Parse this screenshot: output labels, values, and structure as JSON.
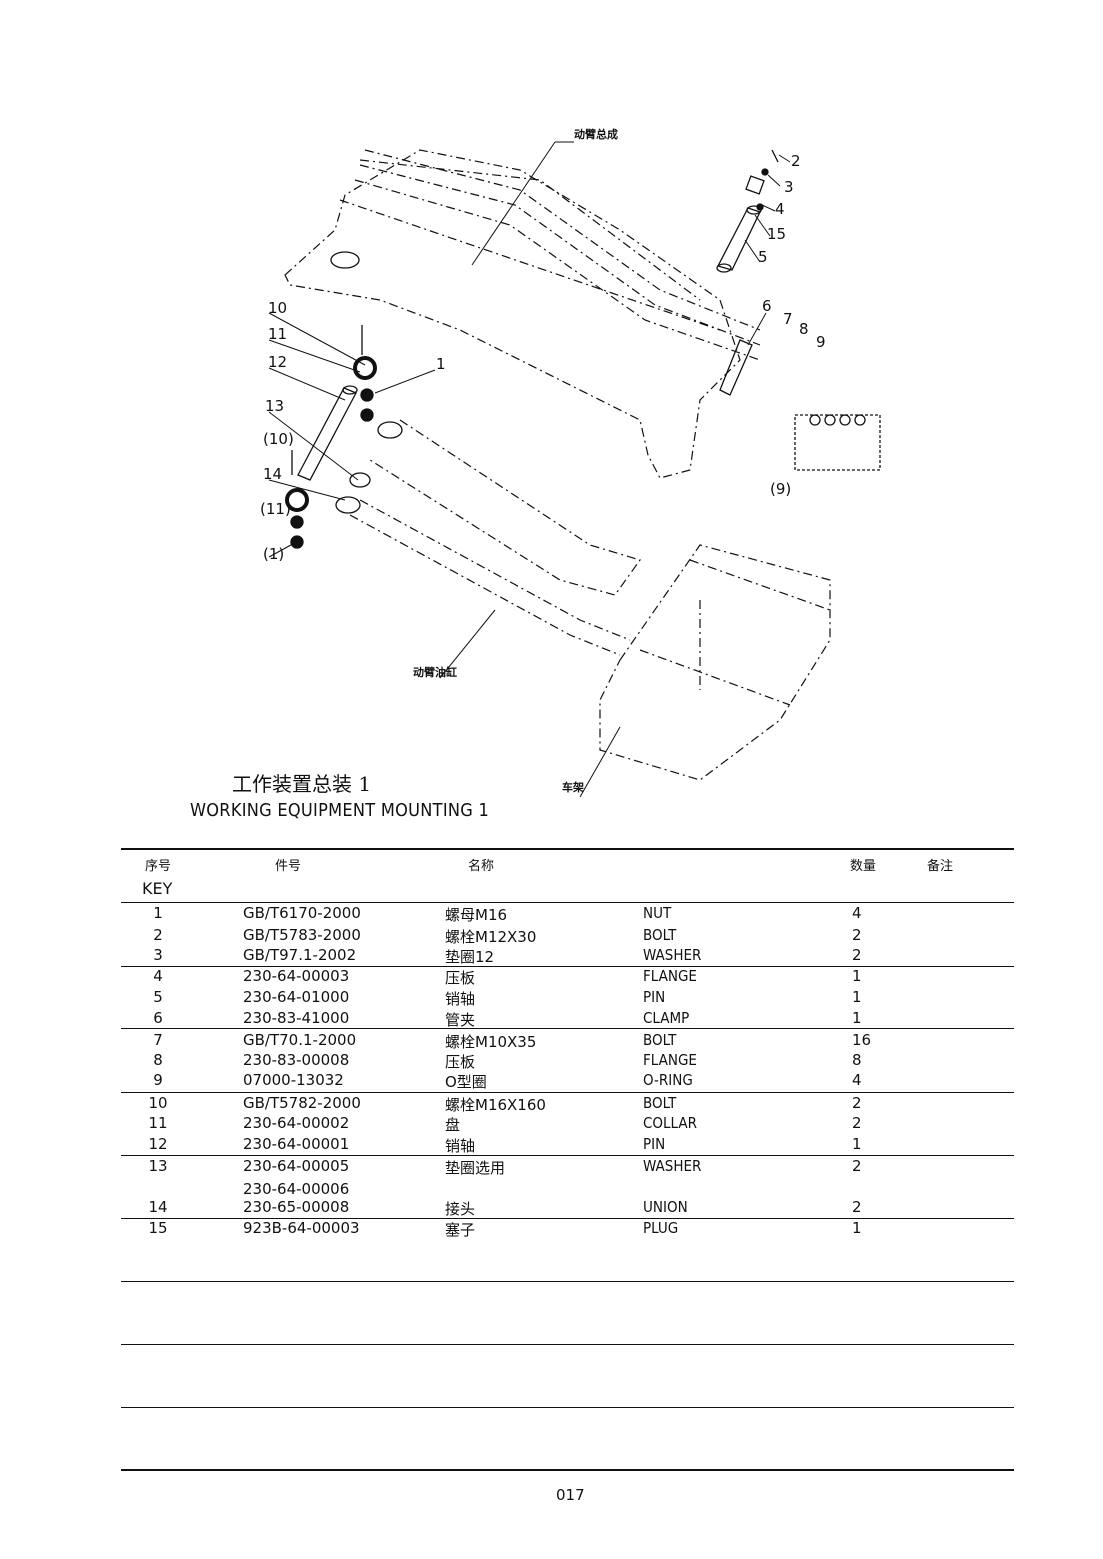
{
  "diagram": {
    "labels_cn": {
      "boom_assembly": "动臂总成",
      "boom_cylinder": "动臂油缸",
      "frame": "车架"
    },
    "callouts": [
      "2",
      "3",
      "4",
      "15",
      "5",
      "6",
      "7",
      "8",
      "9",
      "10",
      "11",
      "12",
      "1",
      "13",
      "(10)",
      "14",
      "(11)",
      "(1)",
      "(9)"
    ]
  },
  "title": {
    "cn": "工作装置总装 1",
    "en": "WORKING EQUIPMENT MOUNTING 1"
  },
  "table": {
    "headers": {
      "key_cn": "序号",
      "key_en": "KEY",
      "part_no": "件号",
      "name": "名称",
      "qty": "数量",
      "remark": "备注"
    },
    "rows": [
      {
        "key": "1",
        "part": "GB/T6170-2000",
        "cn": "螺母M16",
        "en": "NUT",
        "qty": "4"
      },
      {
        "key": "2",
        "part": "GB/T5783-2000",
        "cn": "螺栓M12X30",
        "en": "BOLT",
        "qty": "2"
      },
      {
        "key": "3",
        "part": "GB/T97.1-2002",
        "cn": "垫圈12",
        "en": "WASHER",
        "qty": "2"
      },
      {
        "key": "4",
        "part": "230-64-00003",
        "cn": "压板",
        "en": "FLANGE",
        "qty": "1"
      },
      {
        "key": "5",
        "part": "230-64-01000",
        "cn": "销轴",
        "en": "PIN",
        "qty": "1"
      },
      {
        "key": "6",
        "part": "230-83-41000",
        "cn": "管夹",
        "en": "CLAMP",
        "qty": "1"
      },
      {
        "key": "7",
        "part": "GB/T70.1-2000",
        "cn": "螺栓M10X35",
        "en": "BOLT",
        "qty": "16"
      },
      {
        "key": "8",
        "part": "230-83-00008",
        "cn": "压板",
        "en": "FLANGE",
        "qty": "8"
      },
      {
        "key": "9",
        "part": "07000-13032",
        "cn": "O型圈",
        "en": "O-RING",
        "qty": "4"
      },
      {
        "key": "10",
        "part": "GB/T5782-2000",
        "cn": "螺栓M16X160",
        "en": "BOLT",
        "qty": "2"
      },
      {
        "key": "11",
        "part": "230-64-00002",
        "cn": "盘",
        "en": "COLLAR",
        "qty": "2"
      },
      {
        "key": "12",
        "part": "230-64-00001",
        "cn": "销轴",
        "en": "PIN",
        "qty": "1"
      },
      {
        "key": "13",
        "part": "230-64-00005",
        "cn": "垫圈选用",
        "en": "WASHER",
        "qty": "2"
      },
      {
        "key": "",
        "part": "230-64-00006",
        "cn": "",
        "en": "",
        "qty": ""
      },
      {
        "key": "14",
        "part": "230-65-00008",
        "cn": "接头",
        "en": "UNION",
        "qty": "2"
      },
      {
        "key": "15",
        "part": "923B-64-00003",
        "cn": "塞子",
        "en": "PLUG",
        "qty": "1"
      }
    ]
  },
  "page_number": "017"
}
